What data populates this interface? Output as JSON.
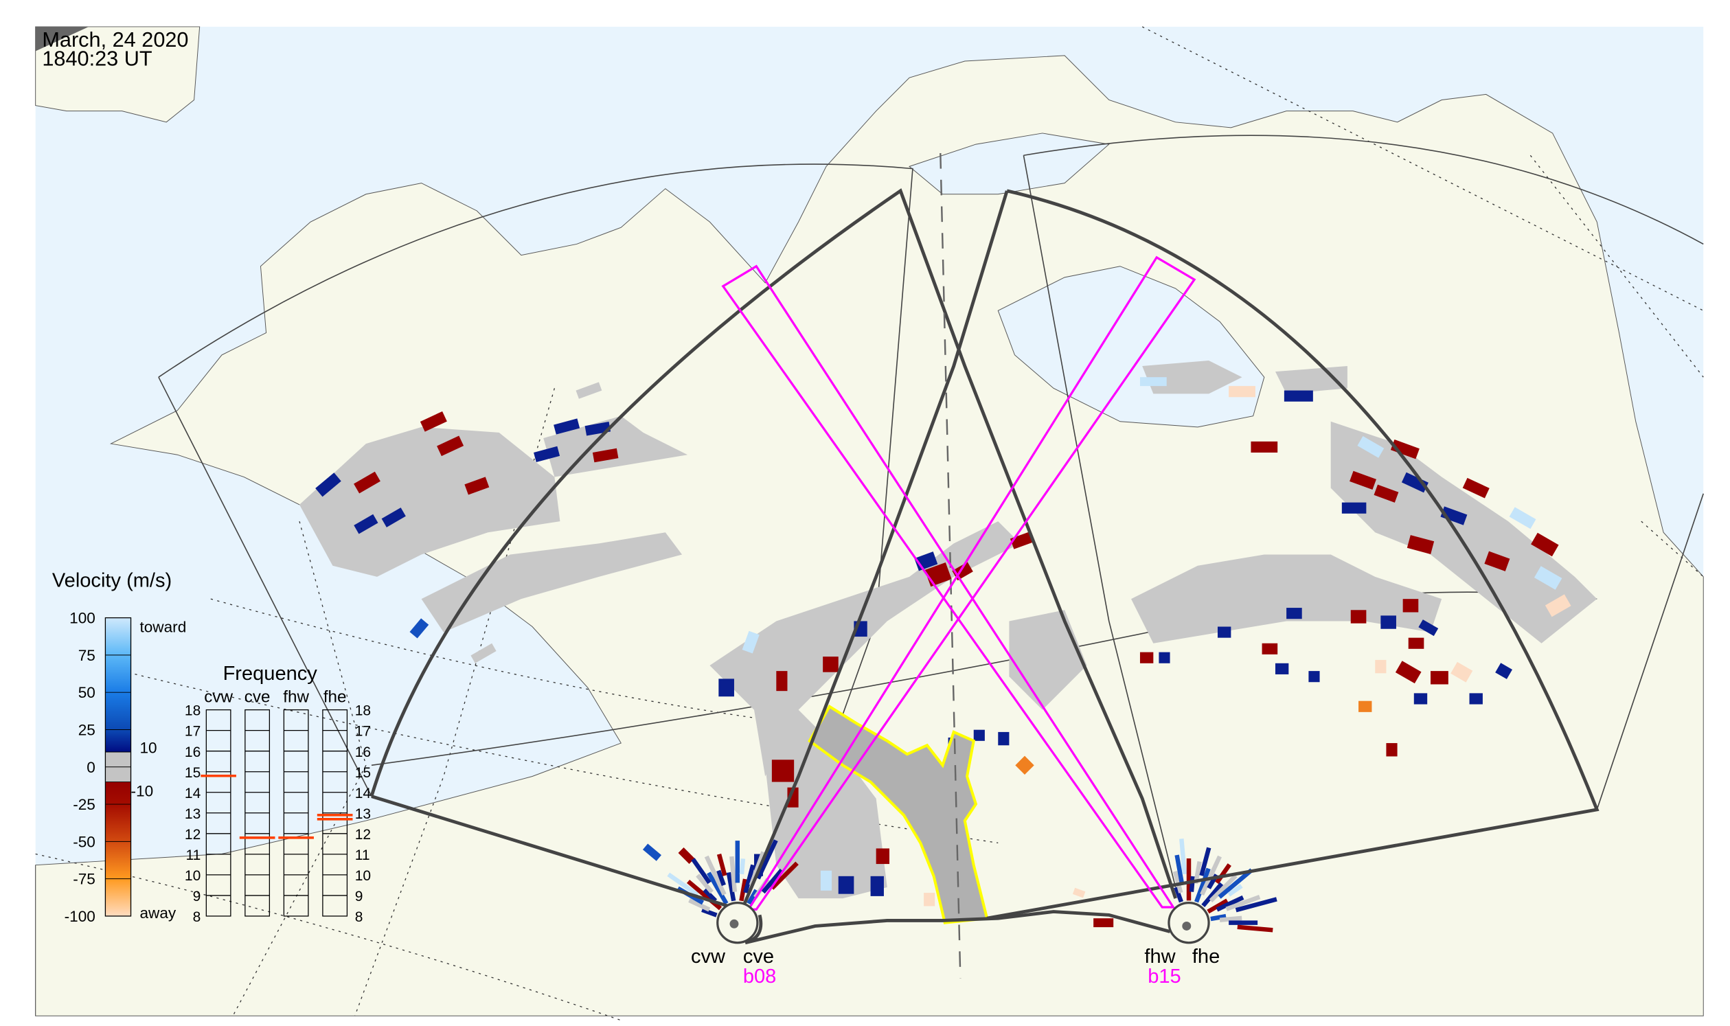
{
  "header": {
    "date": "March, 24 2020",
    "time": "1840:23 UT"
  },
  "velocity_legend": {
    "title": "Velocity (m/s)",
    "ticks": [
      "100",
      "75",
      "50",
      "25",
      "0",
      "-25",
      "-50",
      "-75",
      "-100"
    ],
    "tick_values": [
      100,
      75,
      50,
      25,
      0,
      -25,
      -50,
      -75,
      -100
    ],
    "toward_label": "toward",
    "away_label": "away",
    "ground_scatter_upper": "10",
    "ground_scatter_lower": "-10",
    "colors": {
      "toward_light": "#c8e6fb",
      "toward_dark": "#000a80",
      "ground": "#c4c4c4",
      "away_dark": "#9a0000",
      "away_light": "#ffd8b8"
    }
  },
  "frequency_legend": {
    "title": "Frequency",
    "radars": [
      "cvw",
      "cve",
      "fhw",
      "fhe"
    ],
    "ticks": [
      "18",
      "17",
      "16",
      "15",
      "14",
      "13",
      "12",
      "11",
      "10",
      "9",
      "8"
    ],
    "range_mhz": [
      8,
      18
    ],
    "operating_mhz": {
      "cvw": [
        14.8
      ],
      "cve": [
        11.8
      ],
      "fhw": [
        11.8
      ],
      "fhe": [
        12.7,
        12.9
      ]
    },
    "marker_color": "#ff4000"
  },
  "radar_sites": [
    {
      "names": [
        "cvw",
        "cve"
      ],
      "beam": "b08"
    },
    {
      "names": [
        "fhw",
        "fhe"
      ],
      "beam": "b15"
    }
  ],
  "colors": {
    "land": "#f7f8ea",
    "ocean": "#e8f4fd",
    "beam": "#ff00ff",
    "highlight": "#ffff00",
    "fov": "#444444"
  }
}
